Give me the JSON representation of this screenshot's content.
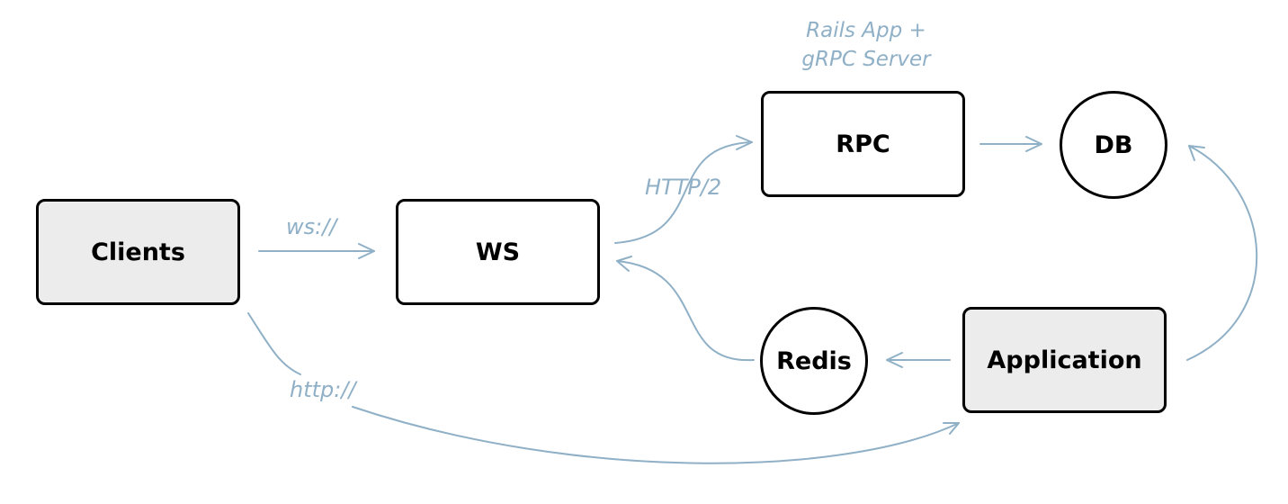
{
  "nodes": {
    "clients": "Clients",
    "ws": "WS",
    "rpc": "RPC",
    "db": "DB",
    "redis": "Redis",
    "application": "Application"
  },
  "edges": {
    "clients_to_ws": "ws://",
    "ws_to_rpc": "HTTP/2",
    "clients_to_application": "http://"
  },
  "rpc_caption": {
    "line1": "Rails App +",
    "line2": "gRPC Server"
  },
  "colors": {
    "edge": "#8fb0c6",
    "shaded_node": "#ececec",
    "border": "#000000"
  }
}
